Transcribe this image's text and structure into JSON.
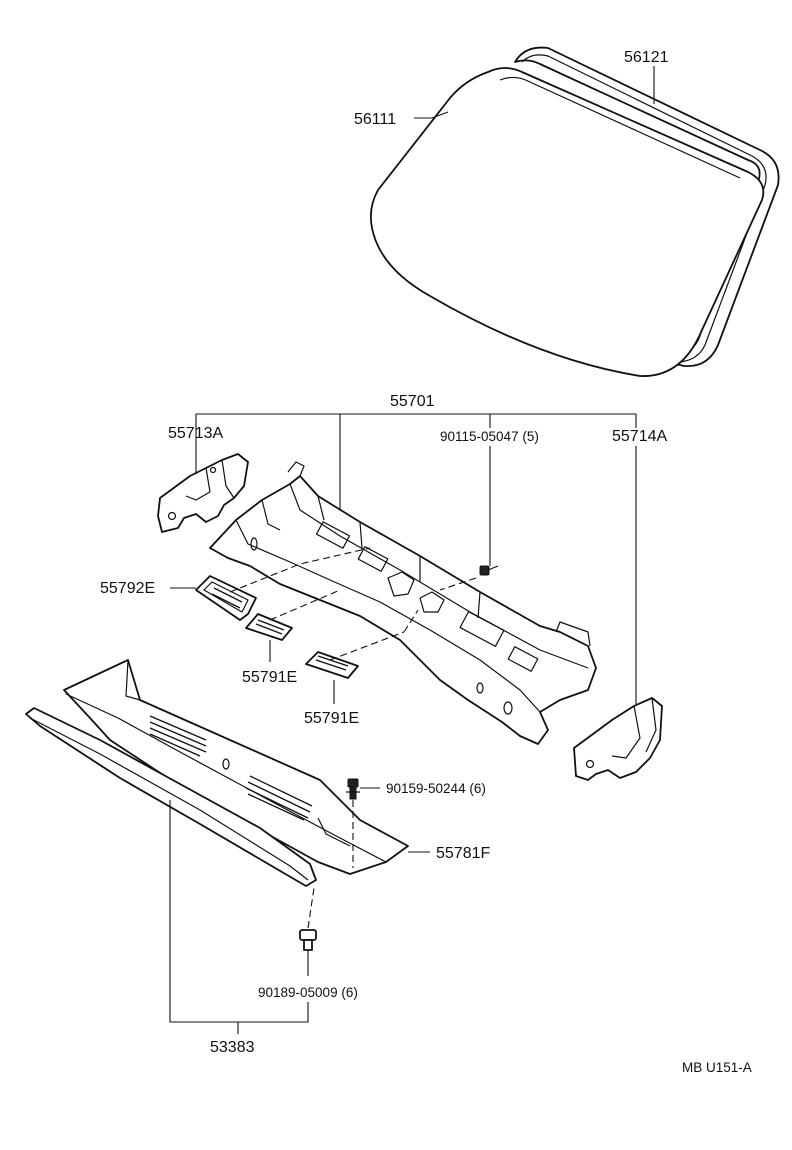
{
  "labels": {
    "glass_windshield": "56111",
    "weatherstrip": "56121",
    "cowl_panel_assy": "55701",
    "side_panel_lh": "55713A",
    "bolt_top": "90115-05047 (5)",
    "side_panel_rh": "55714A",
    "retainer_e2": "55792E",
    "pad_a": "55791E",
    "pad_b": "55791E",
    "clip_upper": "90159-50244 (6)",
    "cowl_top_louver": "55781F",
    "clip_lower": "90189-05009 (6)",
    "louver_assy": "53383"
  },
  "footer": {
    "figure_code": "MB U151-A"
  }
}
